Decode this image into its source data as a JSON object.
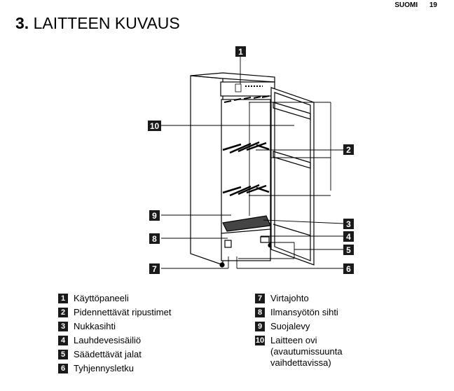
{
  "header": {
    "language": "SUOMI",
    "page_number": "19"
  },
  "title": {
    "number": "3.",
    "text": "LAITTEEN KUVAUS"
  },
  "callouts": [
    "1",
    "2",
    "3",
    "4",
    "5",
    "6",
    "7",
    "8",
    "9",
    "10"
  ],
  "legend": [
    {
      "num": "1",
      "text": "Käyttöpaneeli"
    },
    {
      "num": "2",
      "text": "Pidennettävät ripustimet"
    },
    {
      "num": "3",
      "text": "Nukkasihti"
    },
    {
      "num": "4",
      "text": "Lauhdevesisäiliö"
    },
    {
      "num": "5",
      "text": "Säädettävät jalat"
    },
    {
      "num": "6",
      "text": "Tyhjennysletku"
    },
    {
      "num": "7",
      "text": "Virtajohto"
    },
    {
      "num": "8",
      "text": "Ilmansyötön sihti"
    },
    {
      "num": "9",
      "text": "Suojalevy"
    },
    {
      "num": "10",
      "text": "Laitteen ovi (avautumissuunta\nvaihdettavissa)"
    }
  ]
}
